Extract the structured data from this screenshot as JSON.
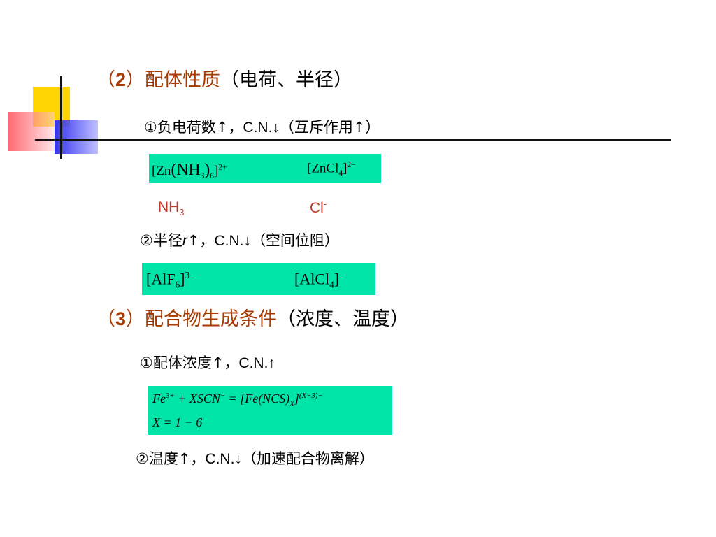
{
  "heading2": {
    "open": "（",
    "num": "2",
    "close": "）",
    "title": "配体性质",
    "note": "（电荷、半径）"
  },
  "line1": {
    "prefix": "①负电荷数↑，",
    "cn": "C.N.↓",
    "note": "（互斥作用↑）"
  },
  "box1": {
    "left": {
      "a": "[Zn",
      "b": "(NH",
      "c": "3",
      "d": ")",
      "e": "6",
      "f": "]",
      "g": "2+"
    },
    "right": {
      "a": "[ZnCl",
      "b": "4",
      "c": "]",
      "d": "2−"
    }
  },
  "ligands": {
    "l1_base": "NH",
    "l1_sub": "3",
    "l2_base": "Cl",
    "l2_sup": "-"
  },
  "line2": {
    "prefix": "②半径",
    "r": "r",
    "mid": "↑，",
    "cn": "C.N.↓",
    "note": "（空间位阻）"
  },
  "box2": {
    "left": {
      "a": "[AlF",
      "b": "6",
      "c": "]",
      "d": "3−"
    },
    "right": {
      "a": "[AlCl",
      "b": "4",
      "c": "]",
      "d": "−"
    }
  },
  "heading3": {
    "open": "（",
    "num": "3",
    "close": "）",
    "title": "配合物生成条件",
    "note": "（浓度、温度）"
  },
  "line3": {
    "prefix": "①配体浓度↑，",
    "cn": "C.N.↑"
  },
  "box3": {
    "eq1": {
      "fe": "Fe",
      "fe_sup": "3+",
      "plus": " + XSCN",
      "scn_sup": "−",
      "eq": " = [Fe(NCS)",
      "x": "X",
      "br": "]",
      "charge": "(X−3)−"
    },
    "eq2": "X = 1 − 6"
  },
  "line4": {
    "prefix": "②温度↑，",
    "cn": "C.N.↓",
    "note": "（加速配合物离解）"
  },
  "colors": {
    "heading": "#a63a00",
    "box": "#00e4a8",
    "ligand": "#c0392b",
    "logo_yellow": "#ffd400"
  }
}
